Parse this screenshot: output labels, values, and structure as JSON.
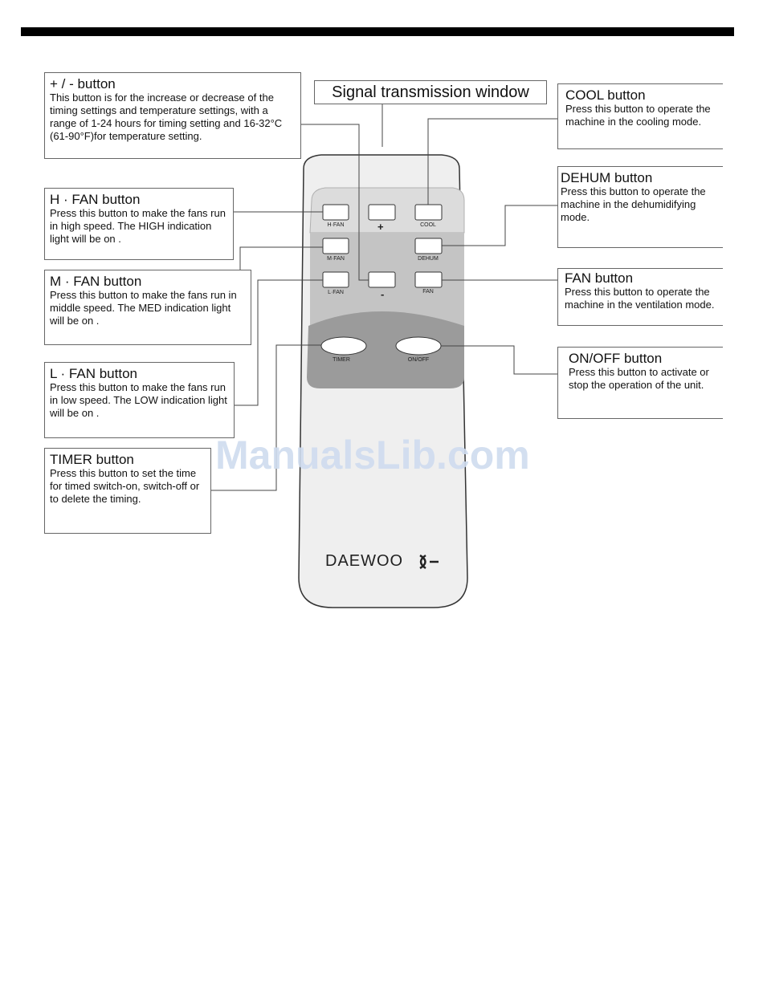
{
  "watermark": "ManualsLib.com",
  "signal_window": "Signal transmission window",
  "callouts": {
    "plus_minus": {
      "title": "+ / -  button",
      "desc": "This button is for the increase or decrease of the timing settings and temperature settings, with a range of 1-24 hours for timing setting and 16-32°C (61-90°F)for temperature setting."
    },
    "hfan": {
      "title": "H · FAN button",
      "desc": "Press this button to make the fans run in high speed. The HIGH indication  light will be on ."
    },
    "mfan": {
      "title": "M · FAN button",
      "desc": "Press this button to make the fans run in middle speed. The MED indication  light will be on ."
    },
    "lfan": {
      "title": "L · FAN button",
      "desc": "Press this button to make the fans run in low speed. The LOW indication  light will be on ."
    },
    "timer": {
      "title": "TIMER button",
      "desc": "Press this button to set the time for timed switch-on, switch-off or to delete the timing."
    },
    "cool": {
      "title": "COOL button",
      "desc": "Press this button to operate the machine in the cooling mode."
    },
    "dehum": {
      "title": "DEHUM button",
      "desc": "Press this button to operate the machine in the dehumidifying mode."
    },
    "fan": {
      "title": "FAN button",
      "desc": "Press this button to operate the machine in the ventilation mode."
    },
    "onoff": {
      "title": "ON/OFF button",
      "desc": "Press this button to activate or stop the operation of the unit."
    }
  },
  "remote": {
    "brand": "DAEWOO",
    "buttons": {
      "hfan": "H·FAN",
      "mfan": "M·FAN",
      "lfan": "L·FAN",
      "cool": "COOL",
      "dehum": "DEHUM",
      "fan": "FAN",
      "timer": "TIMER",
      "onoff": "ON/OFF",
      "plus": "+",
      "minus": "-"
    }
  }
}
